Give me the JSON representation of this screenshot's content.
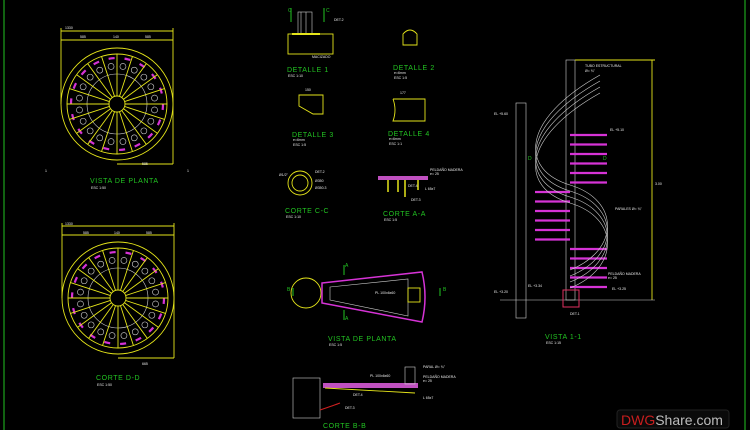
{
  "colors": {
    "background": "#000000",
    "titles": "#22c322",
    "lines": "#e5e51a",
    "steps": "#d633d6",
    "annotations": "#e8e8e8",
    "watermark_red": "#c81e1e"
  },
  "plan_view": {
    "title": "VISTA DE PLANTA",
    "scale": "ESC 1:50",
    "dim_total": "1330",
    "dim_left": "585",
    "dim_center": "140",
    "dim_right": "585",
    "dim_bottom": "585",
    "section_mark": "1"
  },
  "section_dd": {
    "title": "CORTE D-D",
    "scale": "ESC 1:50",
    "dim_total": "1330",
    "dim_left": "585",
    "dim_center": "140",
    "dim_right": "585",
    "dim_bottom": "665"
  },
  "detail_1": {
    "title": "DETALLE 1",
    "scale": "ESC 1:10",
    "section_mark": "C",
    "label_det": "DET.2",
    "label_fill": "MACIZADO"
  },
  "detail_2": {
    "title": "DETALLE 2",
    "thickness": "e=6mm",
    "scale": "ESC 1:5"
  },
  "detail_3": {
    "title": "DETALLE 3",
    "thickness": "e=6mm",
    "scale": "ESC 1:5",
    "dim_top": "150"
  },
  "detail_4": {
    "title": "DETALLE 4",
    "thickness": "e=6mm",
    "scale": "ESC 1:1",
    "dim_top": "177"
  },
  "section_cc": {
    "title": "CORTE C-C",
    "scale": "ESC 1:10",
    "label_pipe": "Ø1/2\"",
    "label_det": "DET.2",
    "label_d1": "Ø350",
    "label_d2": "Ø350.3"
  },
  "section_aa": {
    "title": "CORTE A-A",
    "scale": "ESC 1:5",
    "label_step": "PELDAÑO MADERA",
    "label_step_e": "e= 25",
    "label_det4": "DET.4",
    "label_angle": "L 65x7",
    "label_det3": "DET.3"
  },
  "step_plan": {
    "title": "VISTA DE PLANTA",
    "scale": "ESC 1:5",
    "label_plate": "PL 100x6x60",
    "mark_a": "A",
    "mark_b": "B"
  },
  "section_bb": {
    "title": "CORTE B-B",
    "label_post": "PARAL Ø= ¾\"",
    "label_plate": "PL 100x6x60",
    "label_step": "PELDAÑO MADERA",
    "label_step_e": "e= 25",
    "label_det4": "DET.4",
    "label_det3": "DET.3",
    "label_angle": "L 65x7"
  },
  "elevation": {
    "title": "VISTA 1-1",
    "scale": "ESC 1:15",
    "label_tube": "TUBO ESTRUCTURAL",
    "label_tube_d": "Ø= ¾\"",
    "label_paral": "PARALES Ø= ¾\"",
    "label_step": "PELDAÑO MADERA",
    "label_step_e": "e= 25",
    "label_det1": "DET.1",
    "level_top_left": "EL +5.60",
    "level_top_right": "EL +5.10",
    "level_bottom_left": "EL +3.20",
    "level_floor": "EL +3.34",
    "level_bottom_right": "EL +3.25",
    "dim_height": "3.00",
    "section_mark": "D"
  },
  "watermark": {
    "brand_red": "DWG",
    "brand_white": "Share.com"
  }
}
